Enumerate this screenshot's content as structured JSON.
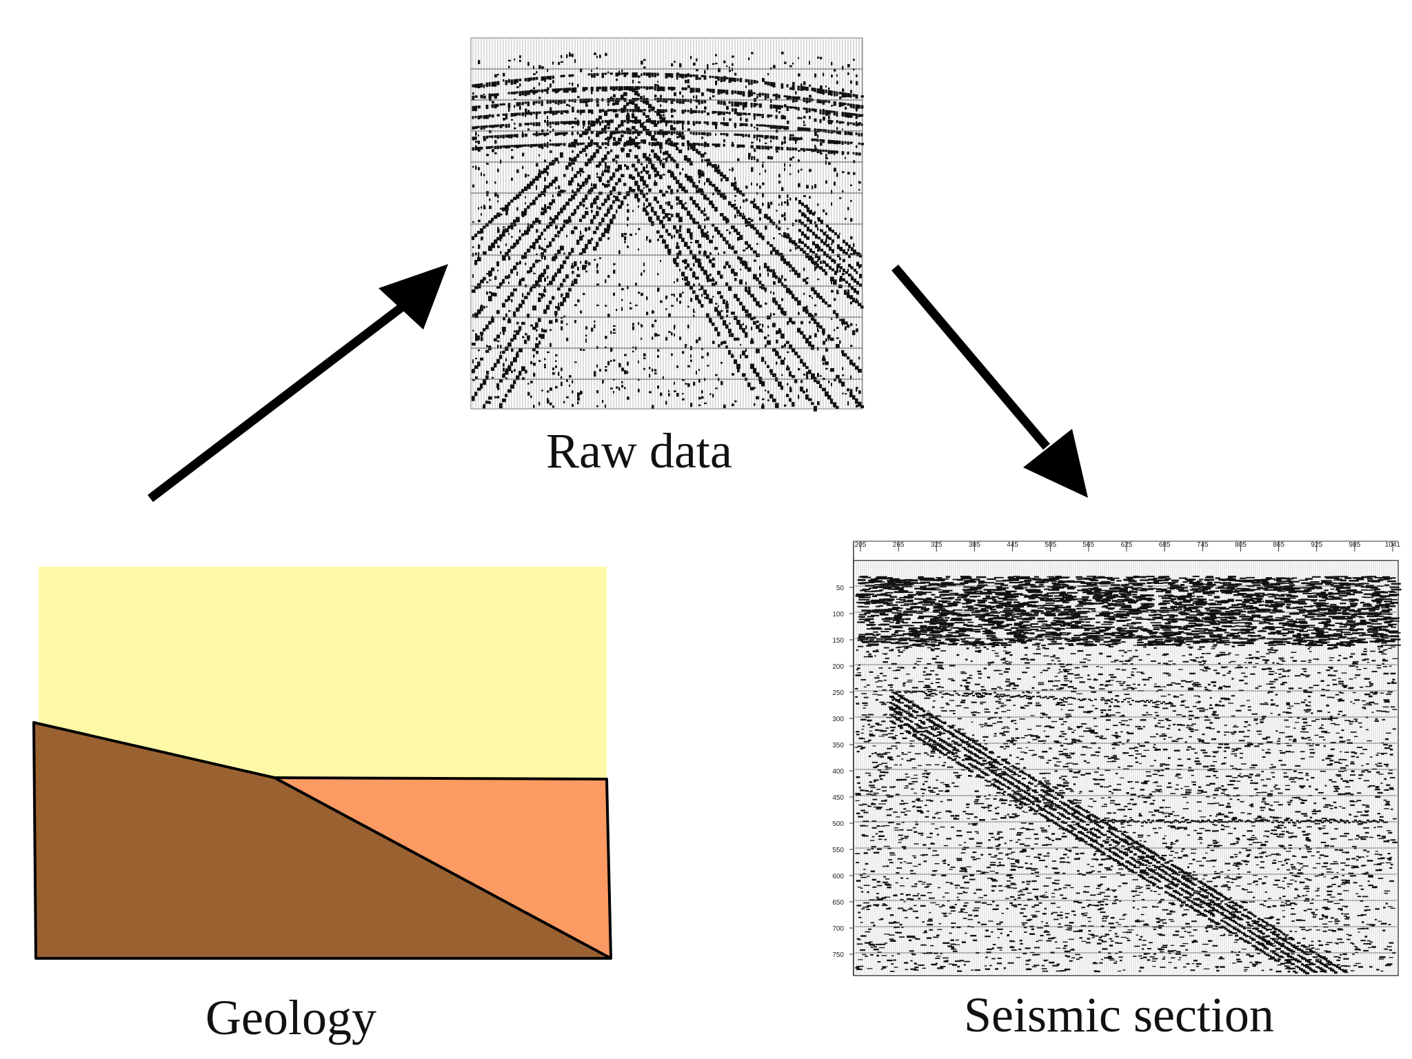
{
  "captions": {
    "raw_data": "Raw data",
    "geology": "Geology",
    "seismic_section": "Seismic section"
  },
  "seismic_axes": {
    "top_ticks": [
      "205",
      "265",
      "325",
      "385",
      "445",
      "505",
      "565",
      "625",
      "685",
      "745",
      "805",
      "865",
      "925",
      "985",
      "1041"
    ],
    "left_ticks": [
      "50",
      "100",
      "150",
      "200",
      "250",
      "300",
      "350",
      "400",
      "450",
      "500",
      "550",
      "600",
      "650",
      "700",
      "750"
    ]
  },
  "colors": {
    "geology_top_layer": "#fdf9a6",
    "geology_wedge_layer": "#fb9a62",
    "geology_basement_layer": "#9a6231",
    "arrow": "#000000",
    "trace_ink": "#111111"
  }
}
